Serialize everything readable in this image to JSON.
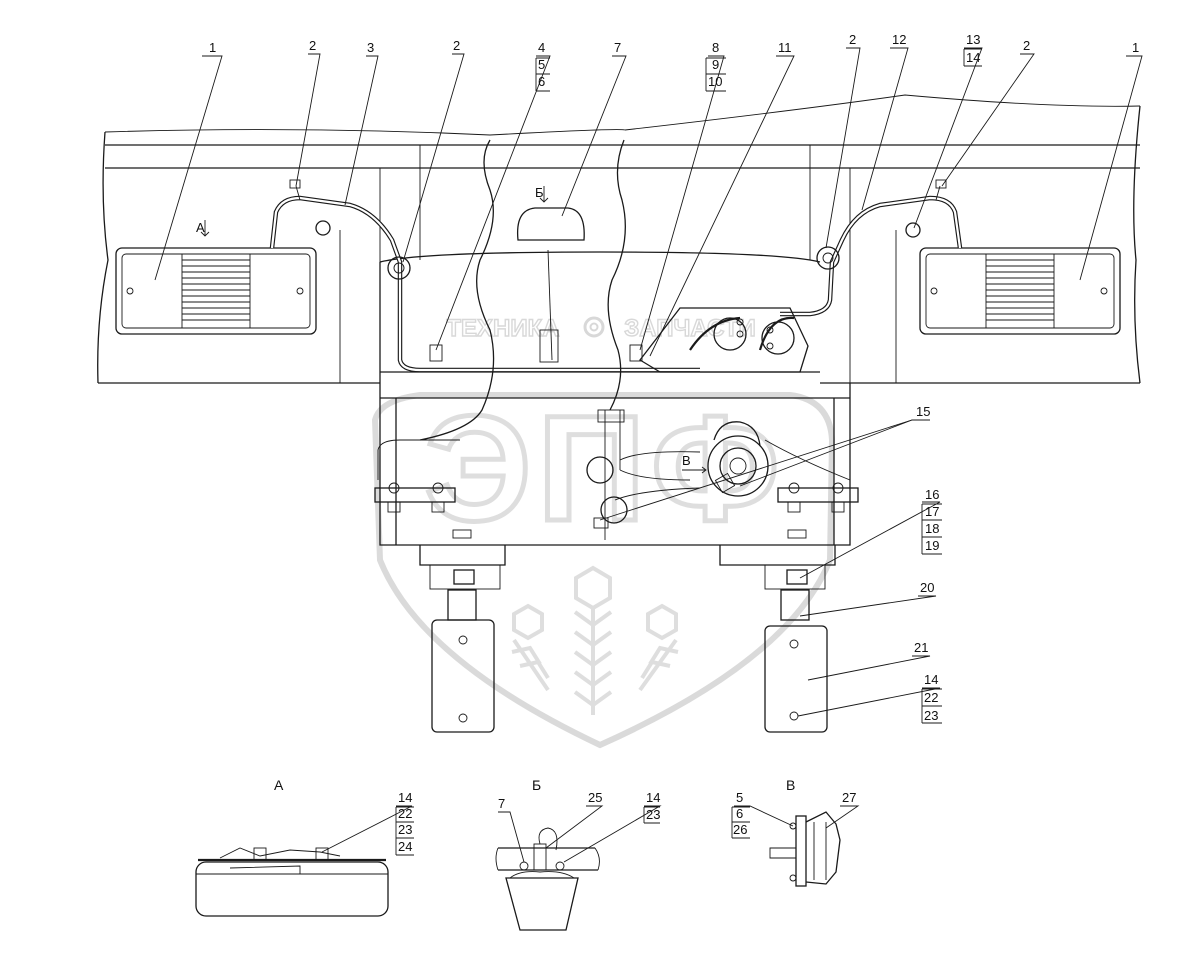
{
  "watermark": {
    "brand_left": "ТЕХНИКА",
    "brand_right": "ЗАПЧАСТИ",
    "logo_letters": "ЭПФ",
    "color": "#c8c8c8"
  },
  "views": {
    "a": "А",
    "b": "Б",
    "v": "В"
  },
  "main_labels": [
    {
      "id": "l1a",
      "text": "1"
    },
    {
      "id": "l2a",
      "text": "2"
    },
    {
      "id": "l3",
      "text": "3"
    },
    {
      "id": "l2b",
      "text": "2"
    },
    {
      "id": "l4",
      "text": "4"
    },
    {
      "id": "l5",
      "text": "5"
    },
    {
      "id": "l6",
      "text": "6"
    },
    {
      "id": "l7",
      "text": "7"
    },
    {
      "id": "l8",
      "text": "8"
    },
    {
      "id": "l9",
      "text": "9"
    },
    {
      "id": "l10",
      "text": "10"
    },
    {
      "id": "l11",
      "text": "11"
    },
    {
      "id": "l2c",
      "text": "2"
    },
    {
      "id": "l12",
      "text": "12"
    },
    {
      "id": "l13",
      "text": "13"
    },
    {
      "id": "l14",
      "text": "14"
    },
    {
      "id": "l2d",
      "text": "2"
    },
    {
      "id": "l1b",
      "text": "1"
    },
    {
      "id": "l15",
      "text": "15"
    },
    {
      "id": "l16",
      "text": "16"
    },
    {
      "id": "l17",
      "text": "17"
    },
    {
      "id": "l18",
      "text": "18"
    },
    {
      "id": "l19",
      "text": "19"
    },
    {
      "id": "l20",
      "text": "20"
    },
    {
      "id": "l21",
      "text": "21"
    },
    {
      "id": "l14b",
      "text": "14"
    },
    {
      "id": "l22",
      "text": "22"
    },
    {
      "id": "l23",
      "text": "23"
    }
  ],
  "inline_markers": {
    "a_arrow": "А",
    "b_arrow": "Б",
    "v_arrow": "В"
  },
  "detail_a_labels": [
    "14",
    "22",
    "23",
    "24"
  ],
  "detail_b_labels": [
    "7",
    "25",
    "14",
    "23"
  ],
  "detail_v_labels": [
    "5",
    "6",
    "26",
    "27"
  ]
}
